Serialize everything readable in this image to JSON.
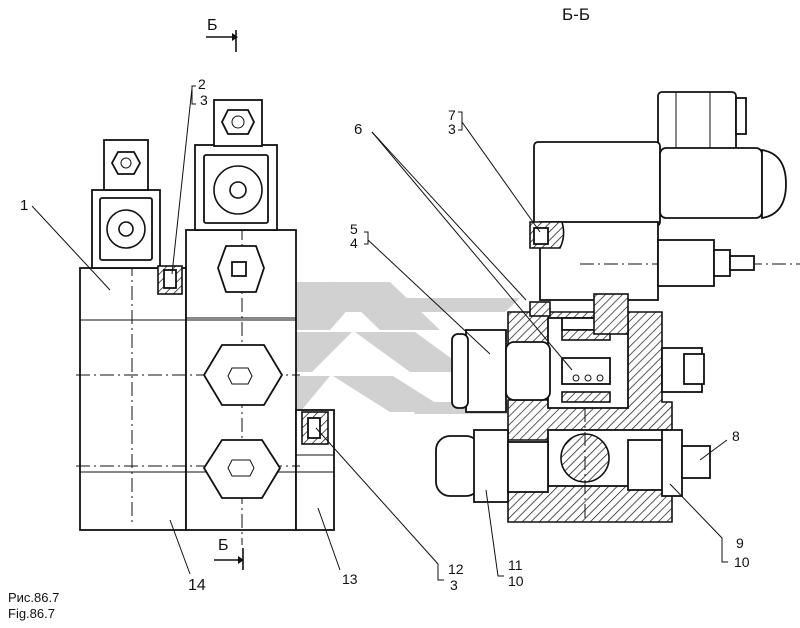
{
  "section_top_label": "Б",
  "section_bottom_label": "Б",
  "section_title": "Б-Б",
  "callouts": {
    "c1": "1",
    "c2": "2",
    "c3a": "3",
    "c6": "6",
    "c7": "7",
    "c3b": "3",
    "c5": "5",
    "c4": "4",
    "c8": "8",
    "c9": "9",
    "c10a": "10",
    "c11": "11",
    "c10b": "10",
    "c12": "12",
    "c3c": "3",
    "c13": "13",
    "c14": "14"
  },
  "caption_ru": "Рис.86.7",
  "caption_en": "Fig.86.7",
  "watermark_color": "#c9c9c9"
}
